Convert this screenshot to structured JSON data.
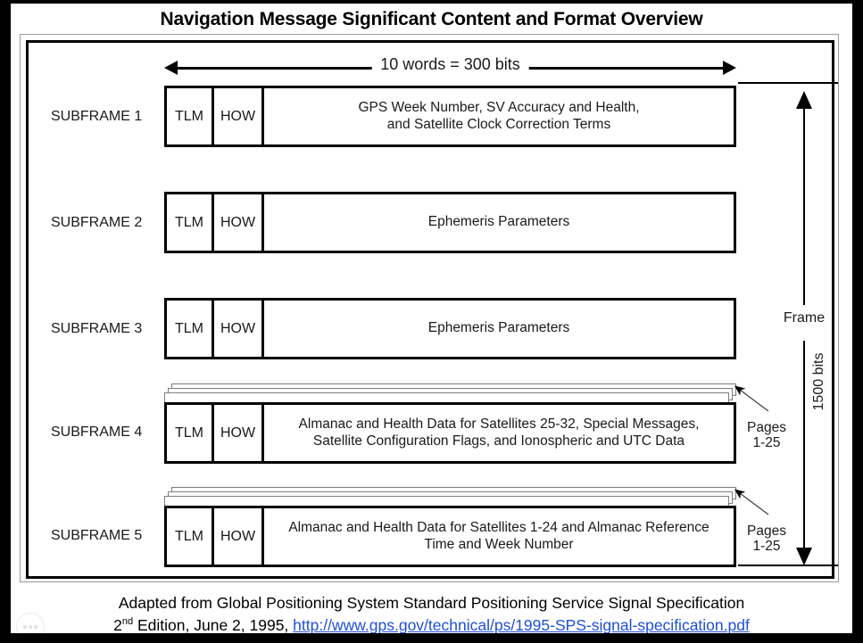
{
  "title": "Navigation Message Significant Content and Format Overview",
  "top_arrow": {
    "label": "10 words = 300 bits"
  },
  "columns": {
    "tlm": "TLM",
    "how": "HOW"
  },
  "subframes": [
    {
      "label": "SUBFRAME 1",
      "tlm": "TLM",
      "how": "HOW",
      "content": "GPS Week Number, SV Accuracy and Health,\nand Satellite Clock Correction Terms",
      "has_pages": false,
      "pages": ""
    },
    {
      "label": "SUBFRAME 2",
      "tlm": "TLM",
      "how": "HOW",
      "content": "Ephemeris Parameters",
      "has_pages": false,
      "pages": ""
    },
    {
      "label": "SUBFRAME 3",
      "tlm": "TLM",
      "how": "HOW",
      "content": "Ephemeris Parameters",
      "has_pages": false,
      "pages": ""
    },
    {
      "label": "SUBFRAME 4",
      "tlm": "TLM",
      "how": "HOW",
      "content": "Almanac and Health Data for Satellites 25-32, Special Messages,\nSatellite Configuration Flags, and Ionospheric and UTC Data",
      "has_pages": true,
      "pages": "Pages\n1-25"
    },
    {
      "label": "SUBFRAME 5",
      "tlm": "TLM",
      "how": "HOW",
      "content": "Almanac and Health Data for Satellites 1-24 and Almanac Reference\nTime and Week Number",
      "has_pages": true,
      "pages": "Pages\n1-25"
    }
  ],
  "frame_bracket": {
    "frame_label": "Frame",
    "bits_label": "1500 bits"
  },
  "caption": {
    "line1": "Adapted from Global Positioning System Standard Positioning Service Signal Specification",
    "line2_prefix": "2",
    "line2_sup": "nd",
    "line2_mid": " Edition, June 2, 1995, ",
    "link": "http://www.gps.gov/technical/ps/1995-SPS-signal-specification.pdf"
  },
  "colors": {
    "background": "#000000",
    "slide": "#ffffff",
    "ink": "#1a1a1a",
    "link": "#1f4fd8",
    "sheet_border": "#7d7d7d"
  }
}
